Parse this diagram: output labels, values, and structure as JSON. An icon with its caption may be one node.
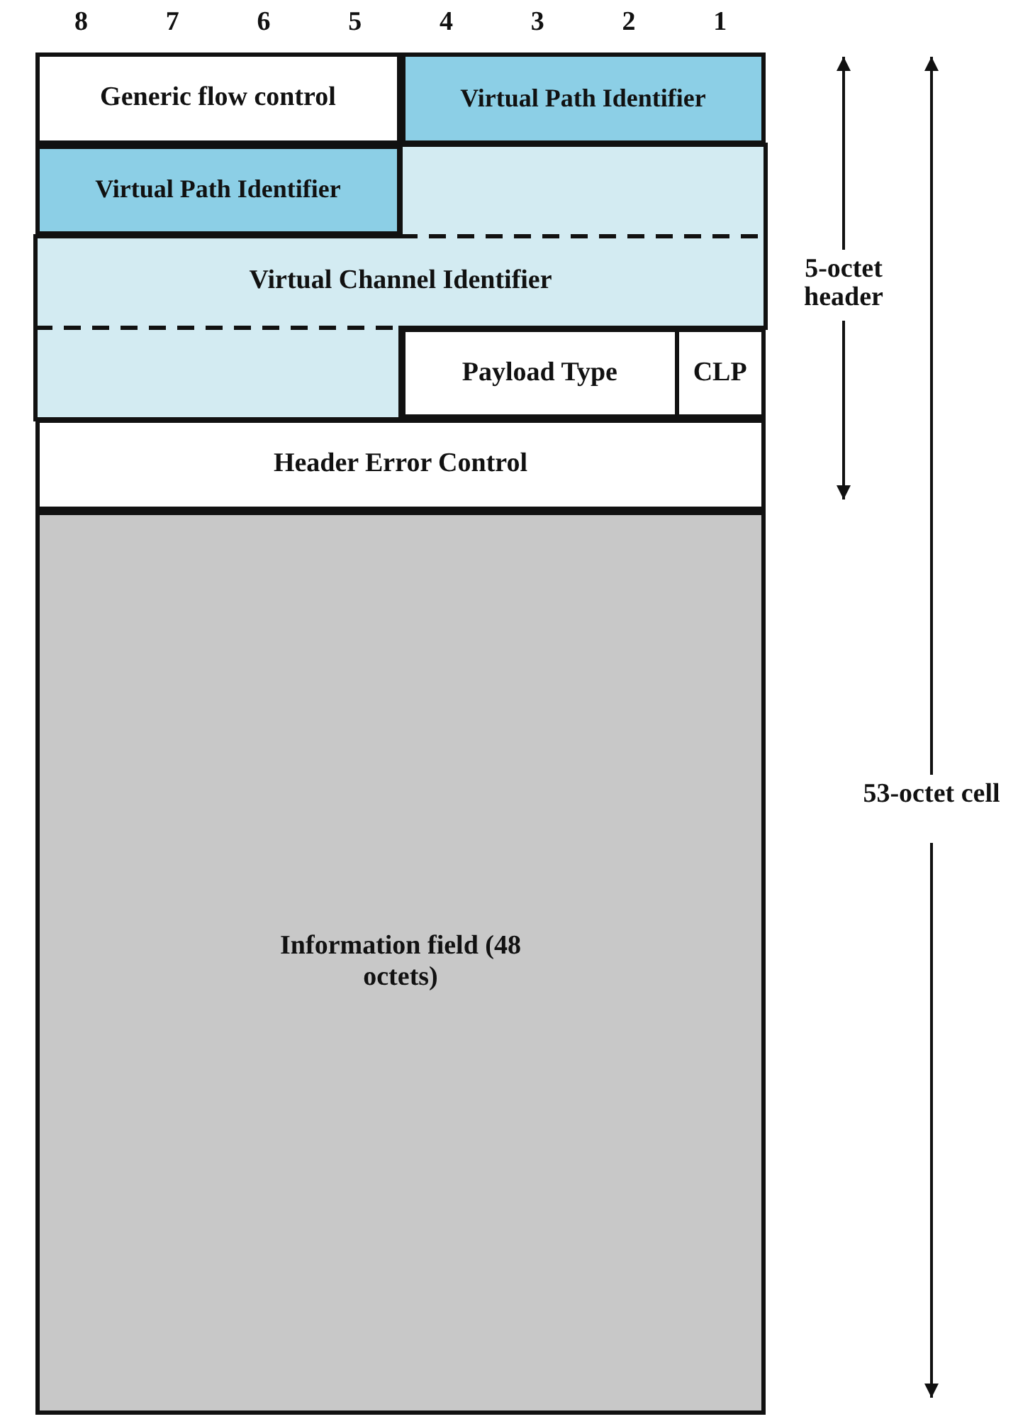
{
  "diagram": {
    "nodes": [
      {
        "text": [
          "Generic flow control"
        ]
      },
      {
        "text": [
          "Virtual Path Identifier"
        ]
      },
      {
        "text": [
          "Virtual Path Identifier"
        ]
      },
      {
        "text": [
          "Virtual Channel Identifier"
        ]
      },
      {
        "text": [
          "Payload Type"
        ]
      },
      {
        "text": [
          "CLP"
        ]
      },
      {
        "text": [
          "Header Error Control"
        ]
      },
      {
        "text": [
          "Information field (48 octets)"
        ]
      }
    ],
    "labels": [
      "8",
      "7",
      "6",
      "5",
      "4",
      "3",
      "2",
      "1",
      "5-octet header",
      "53-octet cell"
    ]
  }
}
